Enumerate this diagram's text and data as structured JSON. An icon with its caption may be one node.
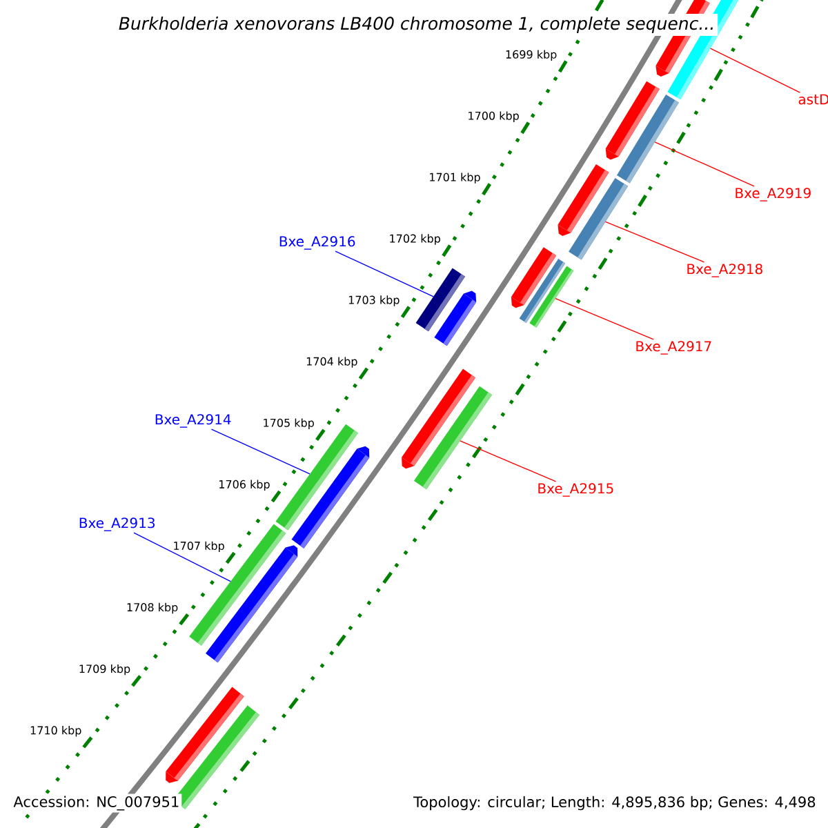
{
  "diagram": {
    "title": "Burkholderia xenovorans LB400 chromosome 1, complete sequenc...",
    "nodes": [
      {
        "text": [
          "astD"
        ]
      },
      {
        "text": [
          "Bxe_A2919"
        ]
      },
      {
        "text": [
          "Bxe_A2916"
        ]
      },
      {
        "text": [
          "Bxe_A2918"
        ]
      },
      {
        "text": [
          "Bxe_A2917"
        ]
      },
      {
        "text": [
          "Bxe_A2914"
        ]
      },
      {
        "text": [
          "Bxe_A2915"
        ]
      },
      {
        "text": [
          "Bxe_A2913"
        ]
      },
      {
        "text": [],
        "shape": "bar"
      },
      {
        "text": [],
        "shape": "bar"
      },
      {
        "text": [],
        "shape": "bar"
      },
      {
        "text": [],
        "shape": "bar"
      },
      {
        "text": [],
        "shape": "bar"
      },
      {
        "text": [],
        "shape": "bar"
      },
      {
        "text": [],
        "shape": "bar"
      },
      {
        "text": [],
        "shape": "bar"
      },
      {
        "text": [],
        "shape": "bar"
      },
      {
        "text": [],
        "shape": "bar"
      },
      {
        "text": [],
        "shape": "bar"
      },
      {
        "text": [],
        "shape": "bar"
      },
      {
        "text": [],
        "shape": "bar"
      },
      {
        "text": [],
        "shape": "bar"
      },
      {
        "text": [],
        "shape": "bar"
      },
      {
        "text": [],
        "shape": "bar"
      },
      {
        "text": [],
        "shape": "bar"
      },
      {
        "text": [],
        "shape": "bar"
      },
      {
        "text": [],
        "shape": "bar"
      }
    ],
    "edges": [
      {
        "from": 0,
        "to": 9,
        "arrow": "none"
      },
      {
        "from": 1,
        "to": 11,
        "arrow": "none"
      },
      {
        "from": 2,
        "to": 17,
        "arrow": "none",
        "color": "#0000ff"
      },
      {
        "from": 3,
        "to": 13,
        "arrow": "none"
      },
      {
        "from": 4,
        "to": 16,
        "arrow": "none"
      },
      {
        "from": 5,
        "to": 21,
        "arrow": "none",
        "color": "#0000ff"
      },
      {
        "from": 6,
        "to": 20,
        "arrow": "none"
      },
      {
        "from": 7,
        "to": 23,
        "arrow": "none",
        "color": "#0000ff"
      }
    ],
    "labels": [
      "1699 kbp",
      "1700 kbp",
      "1701 kbp",
      "1702 kbp",
      "1703 kbp",
      "1704 kbp",
      "1705 kbp",
      "1706 kbp",
      "1707 kbp",
      "1708 kbp",
      "1709 kbp",
      "1710 kbp",
      "Accession: NC_007951",
      "Topology: circular; Length: 4,895,836 bp; Genes: 4,498"
    ]
  }
}
